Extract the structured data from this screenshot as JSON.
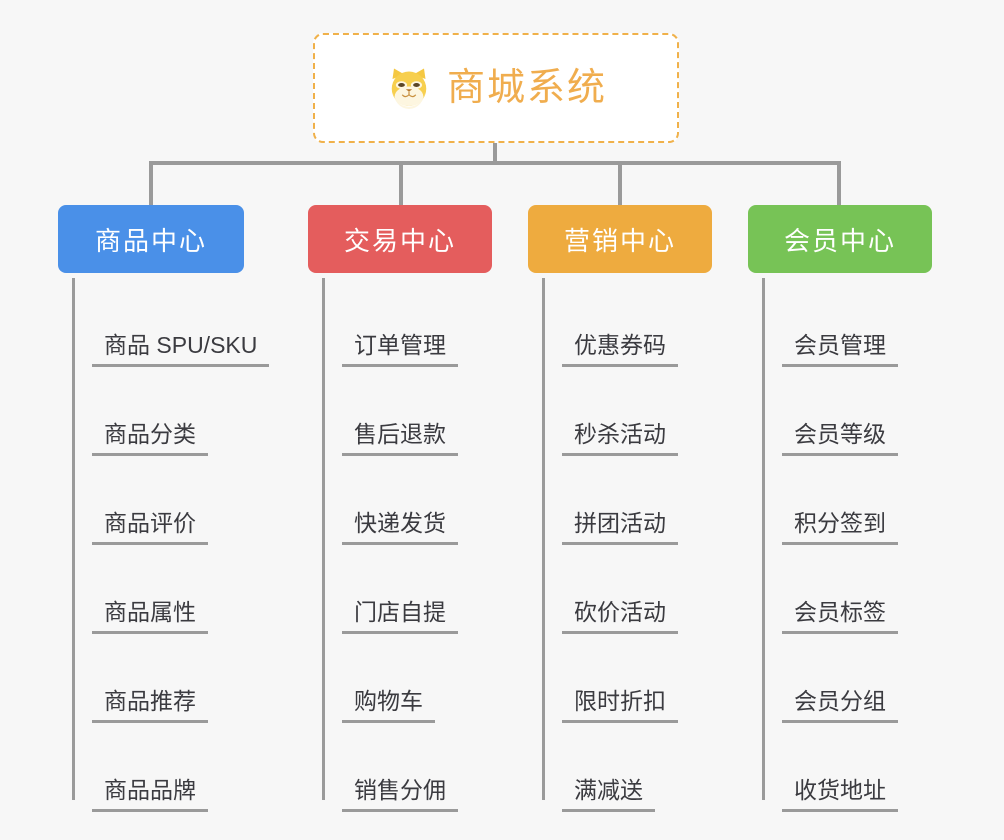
{
  "page": {
    "background_color": "#f7f7f7",
    "line_color": "#9a9a9a",
    "leaf_text_color": "#3b3b40"
  },
  "root": {
    "title": "商城系统",
    "icon": "shiba-dog-face-icon",
    "text_color": "#f0ad4e",
    "border_color": "#f0b14a",
    "fill_color": "#ffffff"
  },
  "columns": [
    {
      "id": "products",
      "label": "商品中心",
      "color": "#4a90e8",
      "items": [
        "商品 SPU/SKU",
        "商品分类",
        "商品评价",
        "商品属性",
        "商品推荐",
        "商品品牌"
      ]
    },
    {
      "id": "trade",
      "label": "交易中心",
      "color": "#e45d5d",
      "items": [
        "订单管理",
        "售后退款",
        "快递发货",
        "门店自提",
        "购物车",
        "销售分佣"
      ]
    },
    {
      "id": "marketing",
      "label": "营销中心",
      "color": "#eeab3f",
      "items": [
        "优惠券码",
        "秒杀活动",
        "拼团活动",
        "砍价活动",
        "限时折扣",
        "满减送"
      ]
    },
    {
      "id": "member",
      "label": "会员中心",
      "color": "#77c356",
      "items": [
        "会员管理",
        "会员等级",
        "积分签到",
        "会员标签",
        "会员分组",
        "收货地址"
      ]
    }
  ]
}
